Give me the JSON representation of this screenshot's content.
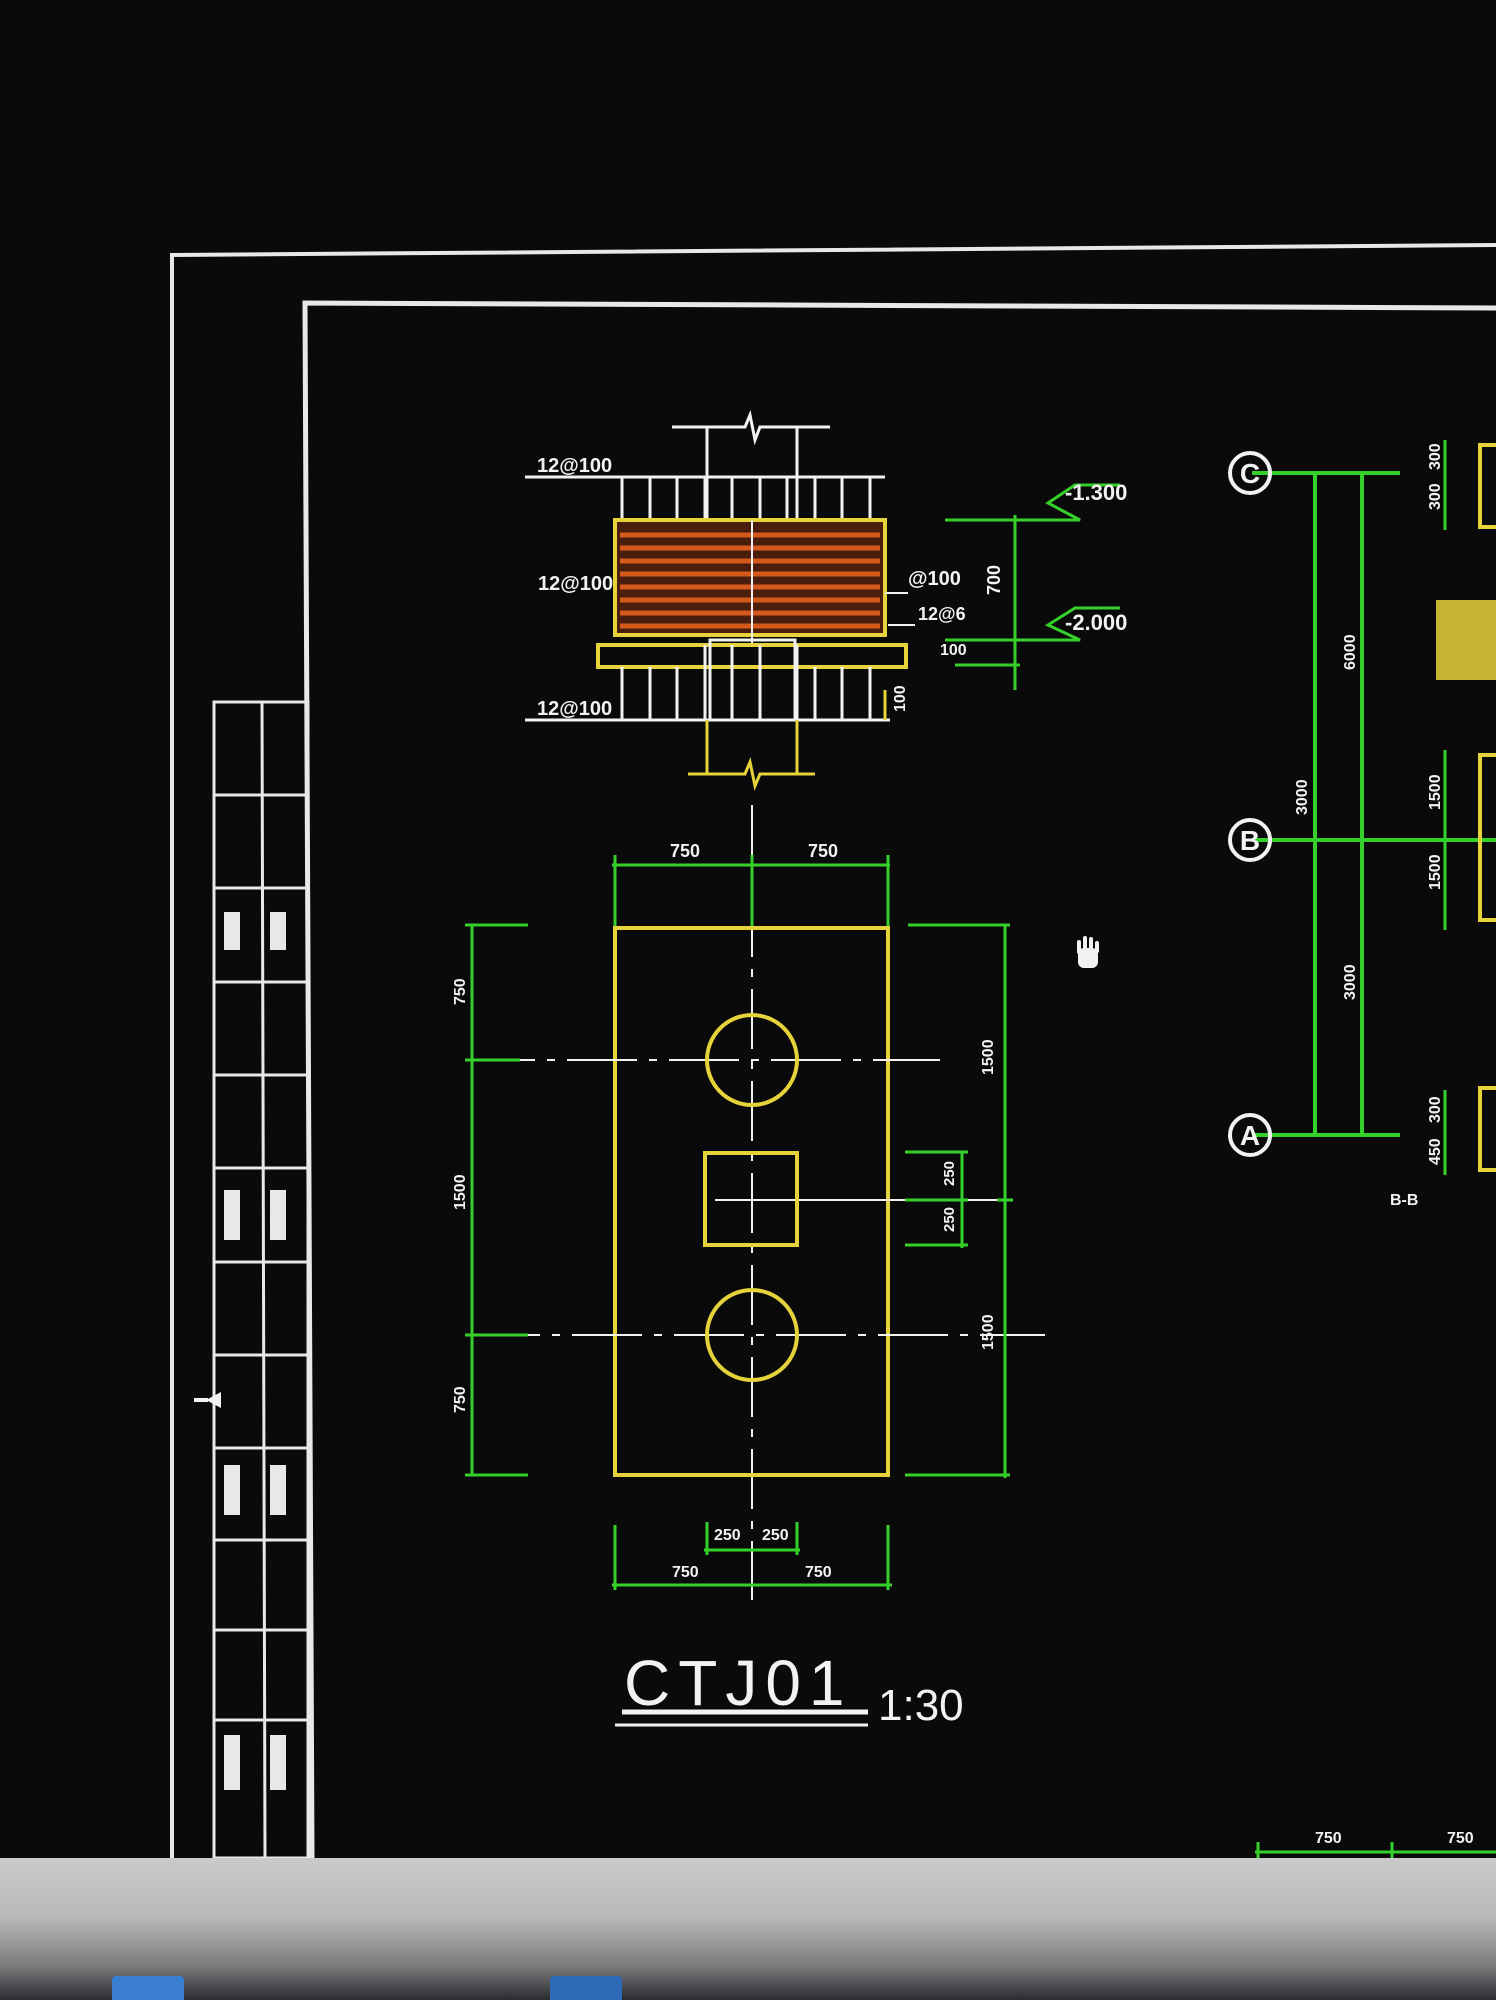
{
  "colors": {
    "background": "#0b0a0a",
    "frame": "#e8e8e8",
    "green": "#35d02a",
    "yellow": "#e6d23a",
    "orange": "#d45a1c",
    "white_text": "#f2f2f2"
  },
  "drawing": {
    "title": "CTJ01",
    "scale": "1:30"
  },
  "section_view": {
    "labels": {
      "top_rebar": "12@100",
      "side_rebar": "12@100",
      "bottom_rebar": "12@100",
      "stirrup_right": "@100",
      "hoop_right": "12@6",
      "small_dim": "100"
    },
    "elevations": {
      "top": "-1.300",
      "bottom": "-2.000"
    },
    "dims": {
      "height": "700",
      "cover": "100"
    }
  },
  "plan_view": {
    "top_dims": [
      "750",
      "750"
    ],
    "bottom_dims_outer": [
      "750",
      "750"
    ],
    "bottom_dims_inner": [
      "250",
      "250"
    ],
    "left_dims": [
      "750",
      "1500",
      "750"
    ],
    "right_dims": [
      "1500",
      "1500"
    ],
    "column_dims": [
      "250",
      "250"
    ]
  },
  "axis_view": {
    "grid_labels": [
      "C",
      "B",
      "A"
    ],
    "vertical_dims": [
      "6000",
      "3000",
      "3000"
    ],
    "side_dims": [
      "300",
      "300",
      "1500",
      "1500",
      "300",
      "450"
    ],
    "note": "B-B",
    "bottom_dims": [
      "750",
      "750"
    ]
  },
  "icons": [
    "pan-hand-icon",
    "pointer-arrow-icon"
  ]
}
